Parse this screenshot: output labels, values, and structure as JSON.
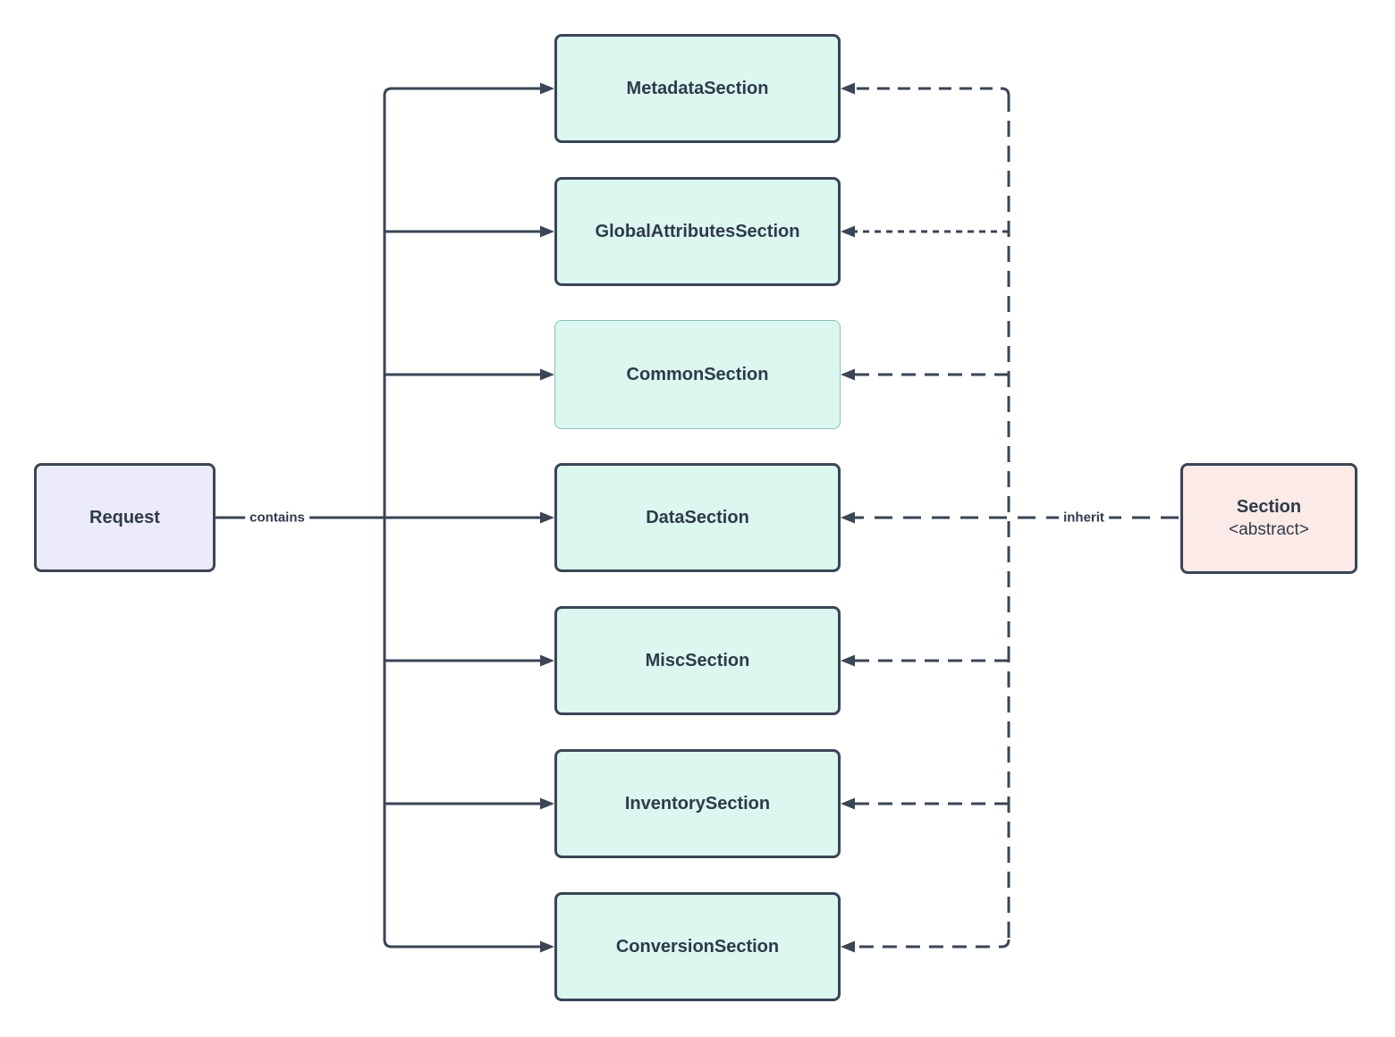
{
  "diagram": {
    "left_node": {
      "label": "Request"
    },
    "right_node": {
      "title": "Section",
      "subtitle": "<abstract>"
    },
    "sections": [
      {
        "label": "MetadataSection"
      },
      {
        "label": "GlobalAttributesSection"
      },
      {
        "label": "CommonSection"
      },
      {
        "label": "DataSection"
      },
      {
        "label": "MiscSection"
      },
      {
        "label": "InventorySection"
      },
      {
        "label": "ConversionSection"
      }
    ],
    "edge_labels": {
      "contains": "contains",
      "inherit": "inherit"
    },
    "colors": {
      "background": "#ffffff",
      "section_fill": "#dbf7f0",
      "section_border": "#3a4555",
      "common_section_border": "#8cbfb8",
      "request_fill": "#ecebfa",
      "abstract_fill": "#fbeae7",
      "line": "#3a4555",
      "text": "#2e3a4a"
    }
  }
}
